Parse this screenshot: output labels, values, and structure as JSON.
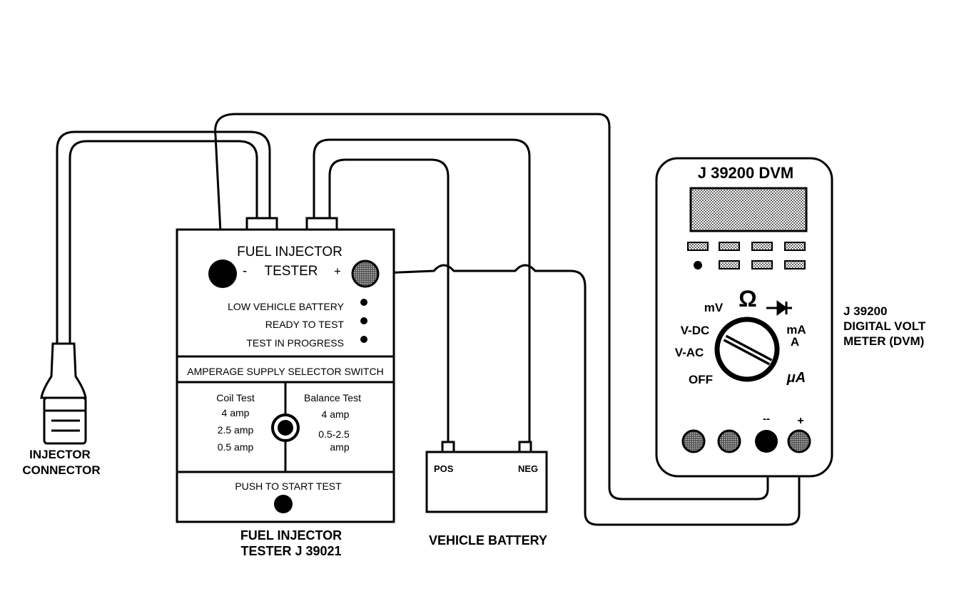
{
  "tester": {
    "title_line1": "FUEL INJECTOR",
    "title_line2": "TESTER",
    "minus": "-",
    "plus": "+",
    "indicators": [
      "LOW VEHICLE BATTERY",
      "READY TO TEST",
      "TEST IN PROGRESS"
    ],
    "selector_header": "AMPERAGE SUPPLY SELECTOR SWITCH",
    "coil_test": {
      "title": "Coil Test",
      "options": [
        "4 amp",
        "2.5 amp",
        "0.5 amp"
      ]
    },
    "balance_test": {
      "title": "Balance Test",
      "options": [
        "4 amp",
        "0.5-2.5",
        "amp"
      ]
    },
    "push_label": "PUSH TO START TEST",
    "caption_line1": "FUEL INJECTOR",
    "caption_line2": "TESTER J 39021"
  },
  "injector": {
    "caption_line1": "INJECTOR",
    "caption_line2": "CONNECTOR"
  },
  "battery": {
    "pos_label": "POS",
    "neg_label": "NEG",
    "caption": "VEHICLE BATTERY"
  },
  "dvm": {
    "title": "J 39200 DVM",
    "dial_labels": {
      "mv": "mV",
      "ohm": "Ω",
      "vdc": "V-DC",
      "vac": "V-AC",
      "off": "OFF",
      "ma": "mA",
      "a": "A",
      "ua": "μA"
    },
    "terminal_minus": "--",
    "terminal_plus": "+",
    "side_line1": "J 39200",
    "side_line2": "DIGITAL VOLT",
    "side_line3": "METER (DVM)"
  },
  "colors": {
    "ink": "#000000",
    "paper": "#ffffff",
    "stipple": "#9a9a9a"
  }
}
